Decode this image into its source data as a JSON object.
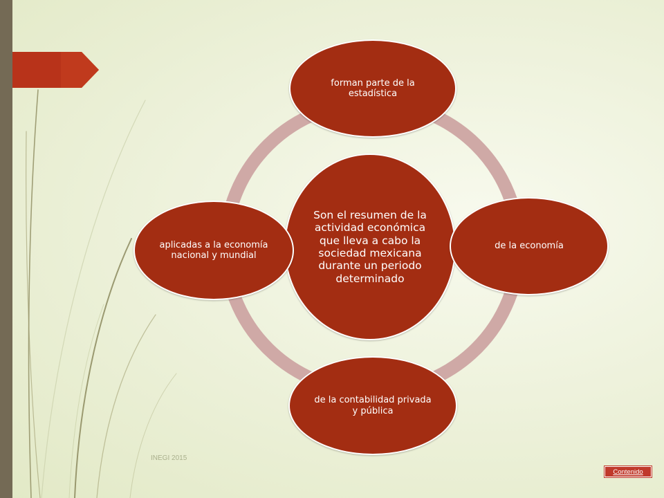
{
  "colors": {
    "node_fill": "#a32d12",
    "ring": "#cfa9a6",
    "left_bar": "#746a55",
    "flag": "#b8331a",
    "background": "#eef2dc",
    "decor_lines": "#8c8a5e",
    "button": "#c0392b"
  },
  "diagram": {
    "center": "Son el resumen de la actividad económica que lleva a cabo la sociedad mexicana durante un periodo determinado",
    "top": "forman parte de la estadística",
    "right": "de la economía",
    "bottom": "de la contabilidad privada y pública",
    "left": "aplicadas a la economía nacional y mundial"
  },
  "footer": {
    "source": "INEGI 2015"
  },
  "nav": {
    "contenido_label": "Contenido"
  }
}
